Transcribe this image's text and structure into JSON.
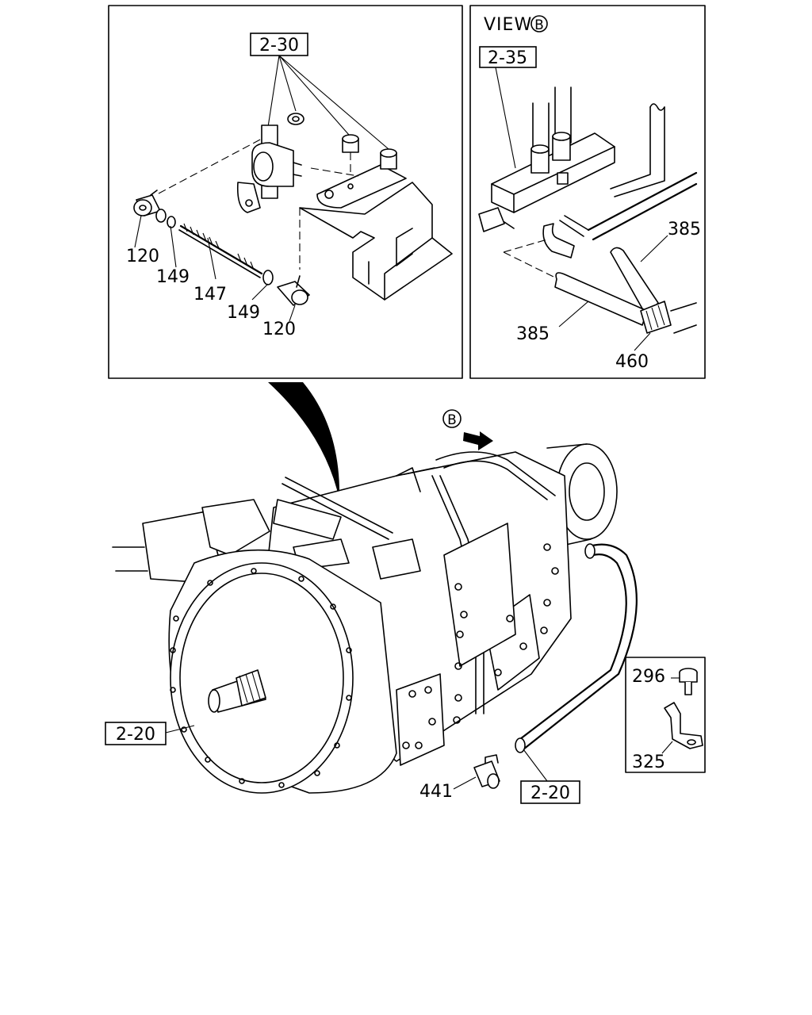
{
  "view_label": "VIEW",
  "view_letter": "B",
  "callouts": {
    "ref_2_30": "2-30",
    "ref_2_35": "2-35",
    "ref_2_20_left": "2-20",
    "ref_2_20_bottom": "2-20",
    "p120_a": "120",
    "p149_a": "149",
    "p147": "147",
    "p149_b": "149",
    "p120_b": "120",
    "p385_a": "385",
    "p385_b": "385",
    "p460": "460",
    "p296": "296",
    "p325": "325",
    "p441": "441"
  }
}
